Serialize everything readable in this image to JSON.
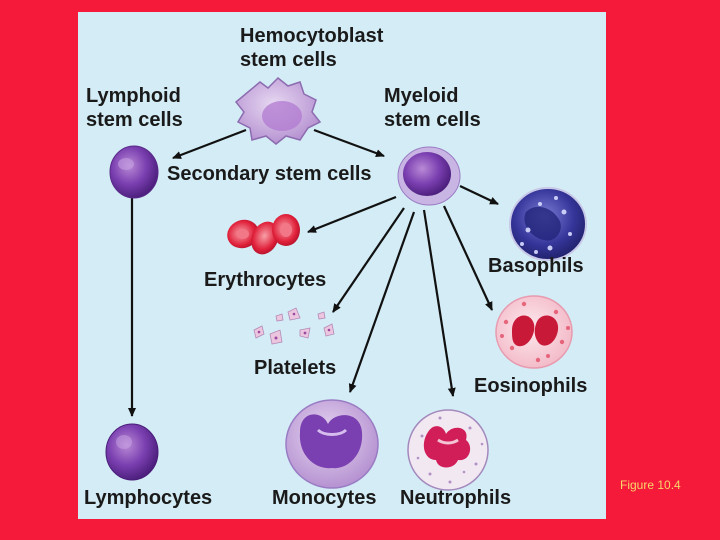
{
  "labels": {
    "hemocytoblast_line1": "Hemocytoblast",
    "hemocytoblast_line2": "stem cells",
    "lymphoid_line1": "Lymphoid",
    "lymphoid_line2": "stem cells",
    "myeloid_line1": "Myeloid",
    "myeloid_line2": "stem cells",
    "secondary": "Secondary stem cells",
    "erythrocytes": "Erythrocytes",
    "basophils": "Basophils",
    "platelets": "Platelets",
    "eosinophils": "Eosinophils",
    "lymphocytes": "Lymphocytes",
    "monocytes": "Monocytes",
    "neutrophils": "Neutrophils"
  },
  "caption": "Figure 10.4",
  "colors": {
    "background": "#f5193a",
    "panel": "#d3ecf5",
    "caption": "#f7d76a"
  }
}
